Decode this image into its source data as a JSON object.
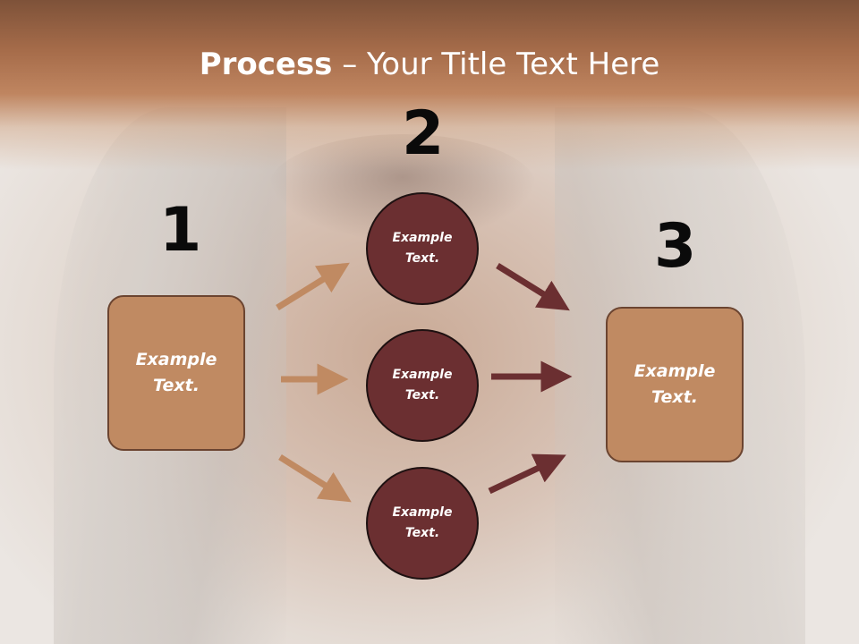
{
  "title": {
    "bold": "Process",
    "rest": " – Your Title Text Here"
  },
  "steps": {
    "one": "1",
    "two": "2",
    "three": "3"
  },
  "left_box": "Example Text.",
  "right_box": "Example Text.",
  "circles": [
    "Example Text.",
    "Example Text.",
    "Example Text."
  ],
  "colors": {
    "box_fill": "#c08a62",
    "circle_fill": "#6b2f31",
    "arrow_light": "#c08a62",
    "arrow_dark": "#6b2f31",
    "header": "#a66c4a"
  }
}
